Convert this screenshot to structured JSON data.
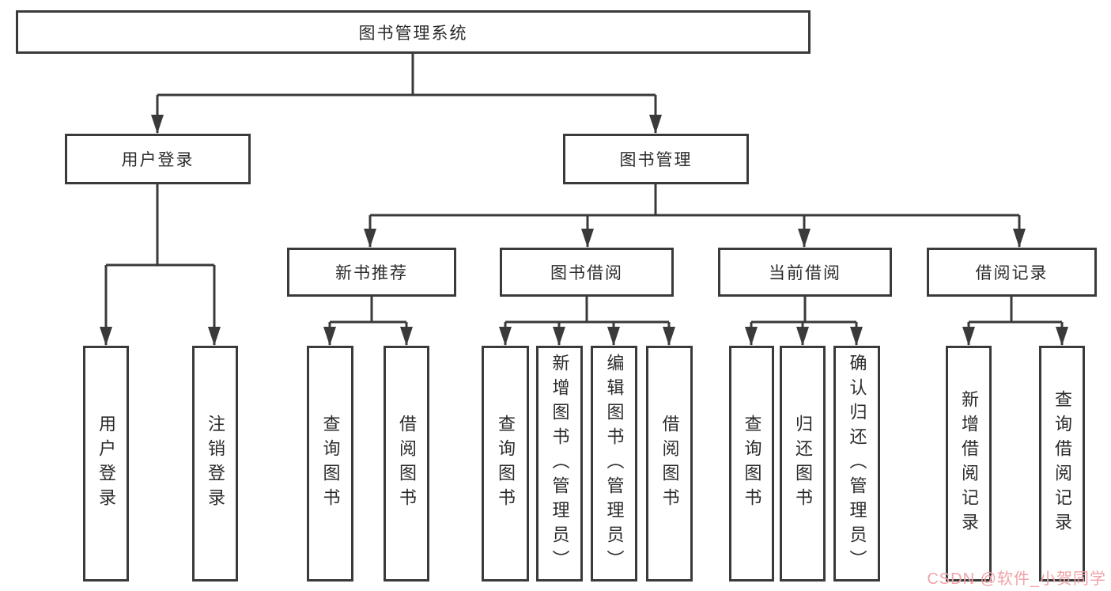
{
  "diagram": {
    "line_color": "#3a3a3a",
    "box_background": "#ffffff",
    "text_color": "#2b2b2b"
  },
  "tree": {
    "label": "图书管理系统",
    "children": [
      {
        "label": "用户登录",
        "children": [
          {
            "label": "用户登录"
          },
          {
            "label": "注销登录"
          }
        ]
      },
      {
        "label": "图书管理",
        "children": [
          {
            "label": "新书推荐",
            "children": [
              {
                "label": "查询图书"
              },
              {
                "label": "借阅图书"
              }
            ]
          },
          {
            "label": "图书借阅",
            "children": [
              {
                "label": "查询图书"
              },
              {
                "label": "新增图书（管理员）"
              },
              {
                "label": "编辑图书（管理员）"
              },
              {
                "label": "借阅图书"
              }
            ]
          },
          {
            "label": "当前借阅",
            "children": [
              {
                "label": "查询图书"
              },
              {
                "label": "归还图书"
              },
              {
                "label": "确认归还（管理员）"
              }
            ]
          },
          {
            "label": "借阅记录",
            "children": [
              {
                "label": "新增借阅记录"
              },
              {
                "label": "查询借阅记录"
              }
            ]
          }
        ]
      }
    ]
  },
  "watermark": {
    "text": "CSDN @软件_小贺同学",
    "color": "#f0a3a8"
  }
}
